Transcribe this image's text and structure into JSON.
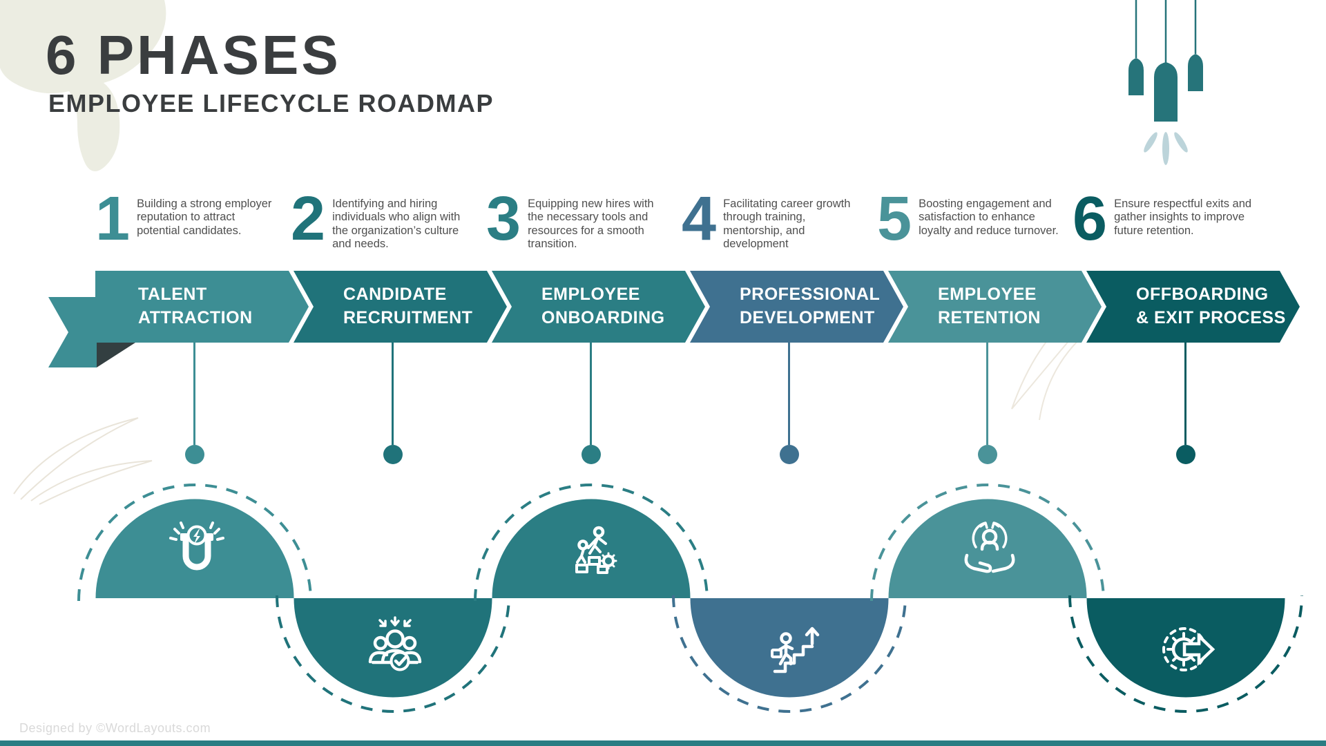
{
  "header": {
    "title": "6 PHASES",
    "subtitle": "EMPLOYEE LIFECYCLE ROADMAP"
  },
  "phases": [
    {
      "number": "1",
      "description": "Building a strong employer reputation to attract potential candidates.",
      "label": [
        "TALENT",
        "ATTRACTION"
      ],
      "color": "#3D8E94",
      "icon": "magnet-icon",
      "dome": "up"
    },
    {
      "number": "2",
      "description": "Identifying and hiring individuals who align with the organization’s culture and needs.",
      "label": [
        "CANDIDATE",
        "RECRUITMENT"
      ],
      "color": "#20737A",
      "icon": "team-check-icon",
      "dome": "down"
    },
    {
      "number": "3",
      "description": "Equipping new hires with the necessary tools and resources for a smooth transition.",
      "label": [
        "EMPLOYEE",
        "ONBOARDING"
      ],
      "color": "#2B7E84",
      "icon": "climb-assist-icon",
      "dome": "up"
    },
    {
      "number": "4",
      "description": "Facilitating career growth through training, mentorship, and development",
      "label": [
        "PROFESSIONAL",
        "DEVELOPMENT"
      ],
      "color": "#3F7190",
      "icon": "career-stairs-icon",
      "dome": "down"
    },
    {
      "number": "5",
      "description": "Boosting engagement and satisfaction to enhance loyalty and reduce turnover.",
      "label": [
        "EMPLOYEE",
        "RETENTION"
      ],
      "color": "#4A9399",
      "icon": "care-hands-icon",
      "dome": "up"
    },
    {
      "number": "6",
      "description": "Ensure respectful exits and gather insights to improve future retention.",
      "label": [
        "OFFBOARDING",
        "& EXIT PROCESS"
      ],
      "color": "#0A5C61",
      "icon": "exit-gear-icon",
      "dome": "down"
    }
  ],
  "decorations": {
    "top_right": "pendant-lights",
    "top_left": "beige-blob",
    "corners": "leaf-line-art",
    "bottom_bar_color": "#2A7D83"
  },
  "footer": {
    "credit": "Designed by ©WordLayouts.com"
  }
}
